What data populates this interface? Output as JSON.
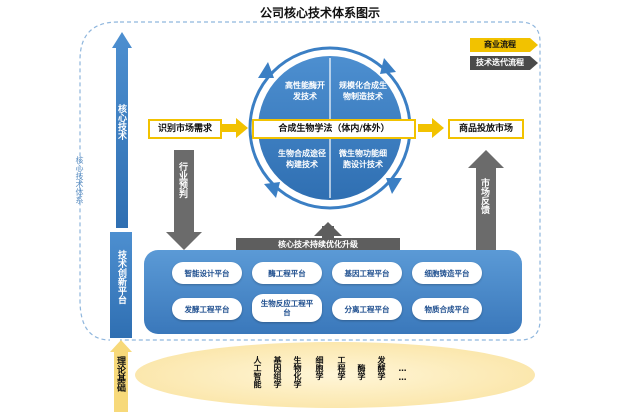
{
  "title": "公司核心技术体系图示",
  "legend": {
    "business": "商业流程",
    "iteration": "技术迭代流程"
  },
  "side": {
    "core_system": "核心技术体系",
    "core_tech": "核心技术",
    "innovation": "技术创新平台",
    "theory": "理论基础"
  },
  "flow": {
    "identify": "识别市场需求",
    "center": "合成生物学法（体内/体外）",
    "product": "商品投放市场",
    "forecast": "行业预判",
    "feedback": "市场反馈",
    "upgrade": "核心技术持续优化升级"
  },
  "ring": {
    "q1": "高性能酶开发技术",
    "q2": "规模化合成生物制造技术",
    "q3": "生物合成途径构建技术",
    "q4": "微生物功能细胞设计技术"
  },
  "platforms": [
    "智能设计平台",
    "酶工程平台",
    "基因工程平台",
    "细胞铸造平台",
    "发酵工程平台",
    "生物反应工程平台",
    "分离工程平台",
    "物质合成平台"
  ],
  "theory_items": [
    "人工智能",
    "基因组学",
    "生物化学",
    "细胞学",
    "工程学",
    "酶学",
    "发酵学",
    "……"
  ],
  "colors": {
    "blue": "#3b7fc4",
    "blue_light": "#6aa3d8",
    "gold": "#f2c200",
    "gray": "#8a8a8a",
    "dark": "#2b2b2b",
    "cream": "#fdf2cf"
  }
}
